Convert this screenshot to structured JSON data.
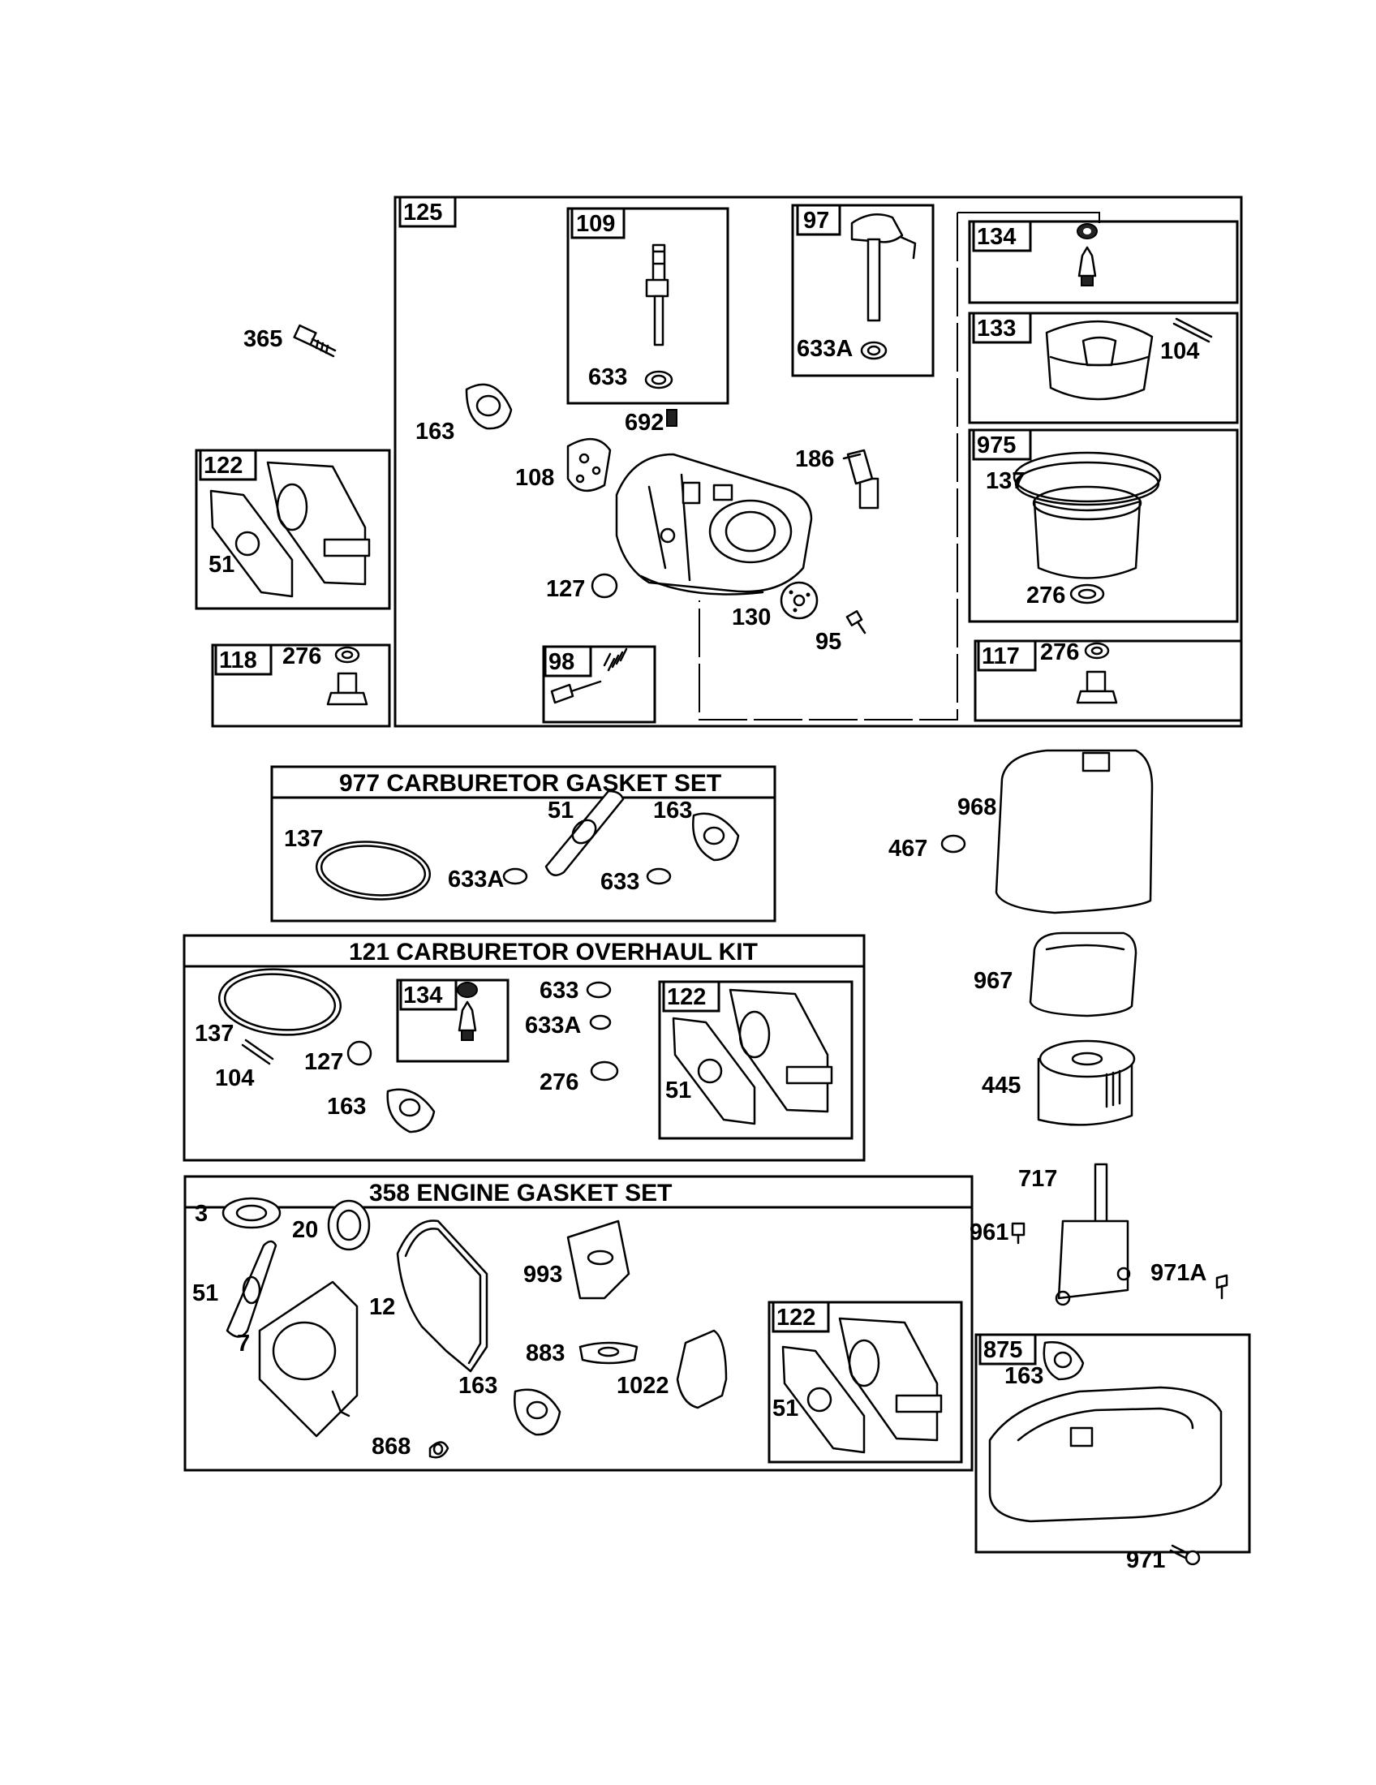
{
  "kits": {
    "k977": "977 CARBURETOR  GASKET SET",
    "k121": "121 CARBURETOR OVERHAUL KIT",
    "k358": "358 ENGINE GASKET SET"
  },
  "labels": {
    "l365": "365",
    "l125": "125",
    "l109": "109",
    "l633a": "633",
    "l97": "97",
    "l633A_a": "633A",
    "l134a": "134",
    "l133": "133",
    "l104a": "104",
    "l163a": "163",
    "l692": "692",
    "l186": "186",
    "l108": "108",
    "l975": "975",
    "l137a": "137",
    "l276a": "276",
    "l122a": "122",
    "l51a": "51",
    "l127a": "127",
    "l130": "130",
    "l95": "95",
    "l118": "118",
    "l276b": "276",
    "l98": "98",
    "l117": "117",
    "l276c": "276",
    "l137b": "137",
    "l51b": "51",
    "l163b": "163",
    "l633A_b": "633A",
    "l633b": "633",
    "l968": "968",
    "l467": "467",
    "l137c": "137",
    "l134b": "134",
    "l633c": "633",
    "l633A_c": "633A",
    "l122b": "122",
    "l104b": "104",
    "l127b": "127",
    "l276d": "276",
    "l51c": "51",
    "l163c": "163",
    "l967": "967",
    "l445": "445",
    "l3": "3",
    "l20": "20",
    "l717": "717",
    "l961": "961",
    "l993": "993",
    "l971A": "971A",
    "l51d": "51",
    "l12": "12",
    "l7": "7",
    "l883": "883",
    "l122c": "122",
    "l875": "875",
    "l163d": "163",
    "l163e": "163",
    "l1022": "1022",
    "l51e": "51",
    "l868": "868",
    "l971": "971"
  }
}
